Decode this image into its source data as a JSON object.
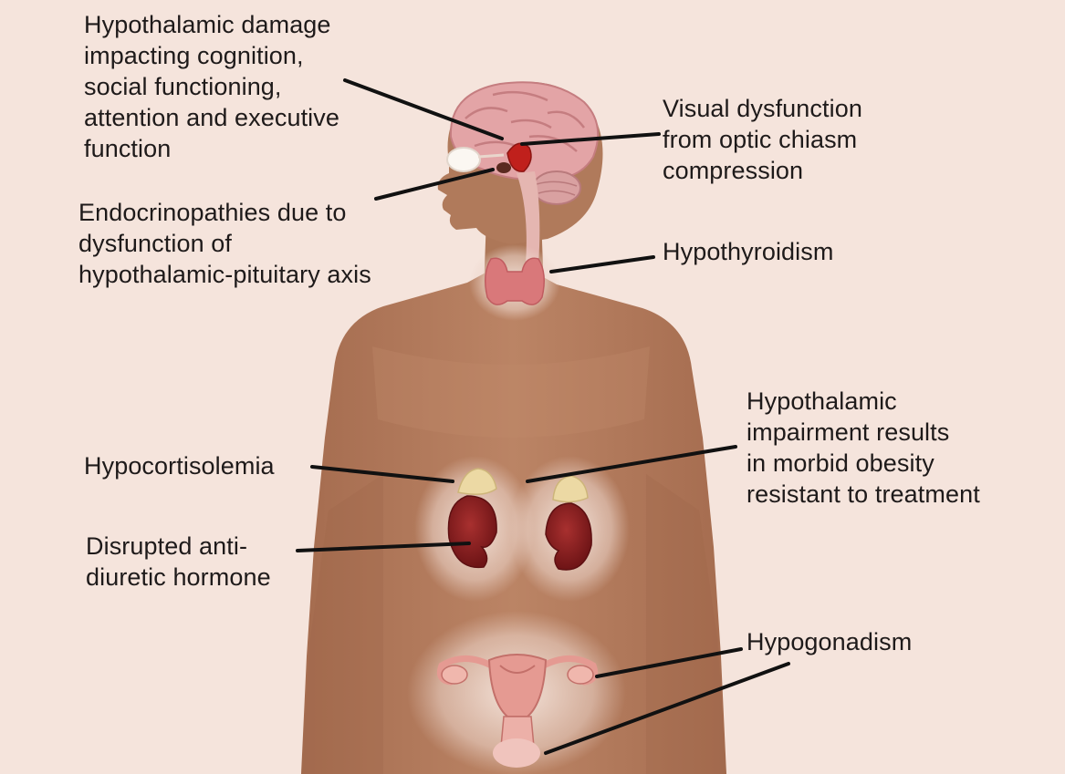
{
  "labels": {
    "hypothalamic_damage": "Hypothalamic damage\nimpacting cognition,\nsocial functioning,\nattention and executive\nfunction",
    "visual_dysfunction": "Visual dysfunction\nfrom optic chiasm\ncompression",
    "endocrinopathies": "Endocrinopathies due to\ndysfunction of\nhypothalamic-pituitary axis",
    "hypothyroidism": "Hypothyroidism",
    "obesity": "Hypothalamic\nimpairment results\nin morbid obesity\nresistant to treatment",
    "hypocortisolemia": "Hypocortisolemia",
    "adh": "Disrupted anti-\ndiuretic hormone",
    "hypogonadism": "Hypogonadism"
  },
  "colors": {
    "background": "#f5e4dc",
    "skin": "#b47e60",
    "skin_shadow": "#9a6448",
    "brain": "#e3a4a6",
    "kidney": "#8c1f22",
    "adrenal": "#ecd9a4",
    "thyroid": "#d9787a",
    "uterus": "#e59a92",
    "leader": "#111111"
  },
  "icons": [
    "brain-icon",
    "hypothalamus-icon",
    "pituitary-icon",
    "eye-icon",
    "thyroid-icon",
    "adrenal-gland-icon",
    "kidney-icon",
    "uterus-icon",
    "ovary-icon"
  ]
}
